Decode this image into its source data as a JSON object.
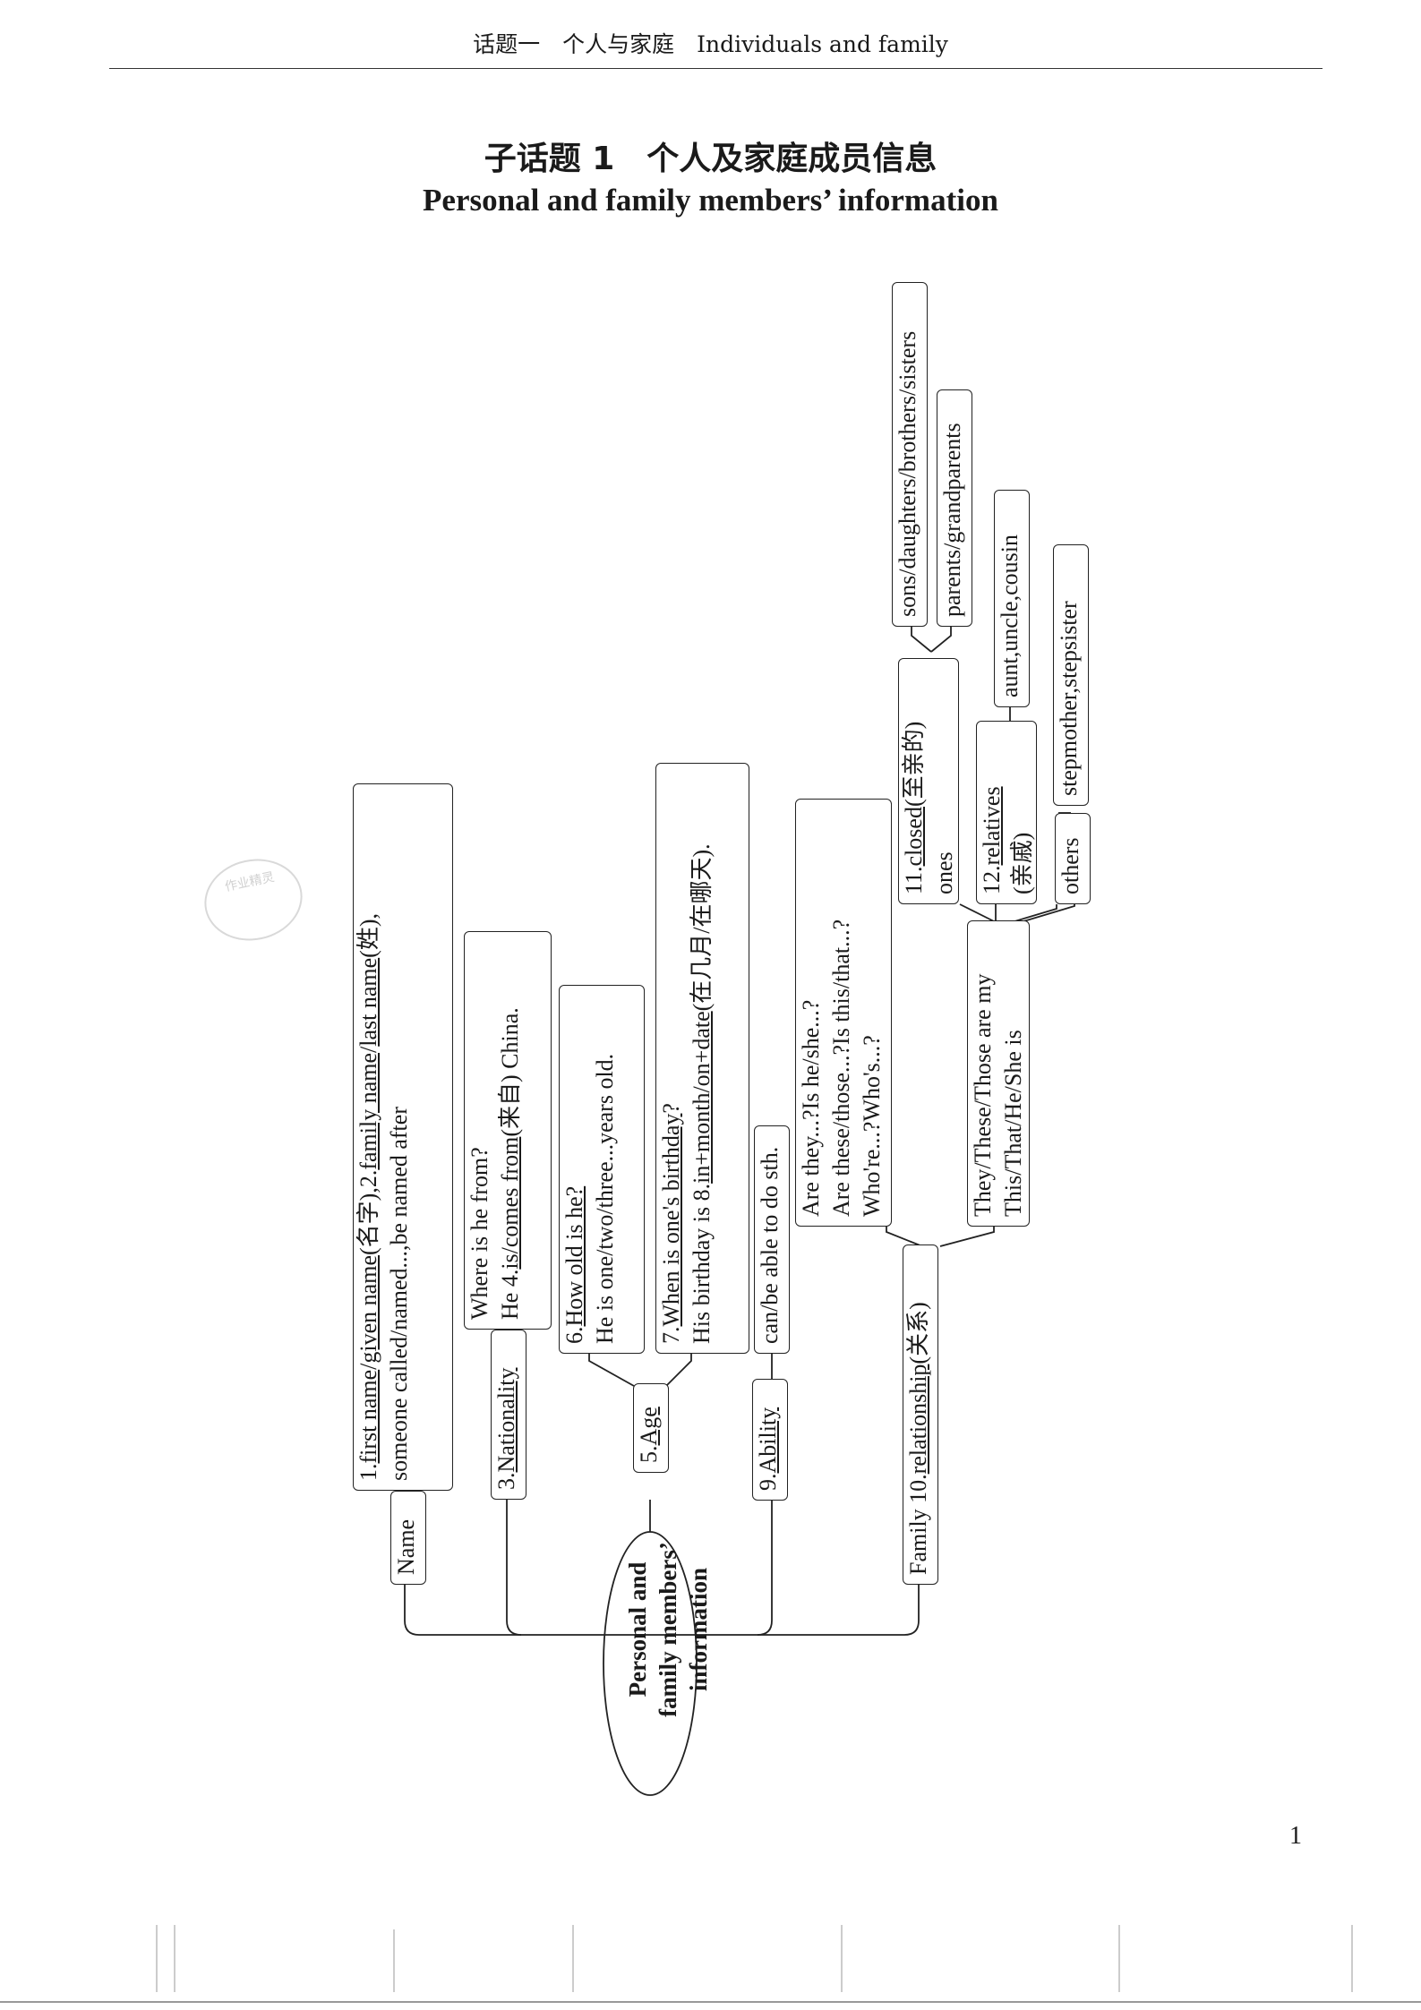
{
  "header": "话题一　个人与家庭　Individuals and family",
  "title_cn": "子话题 1　个人及家庭成员信息",
  "title_en": "Personal and family members’ information",
  "page_number": "1",
  "watermark": "作业精灵",
  "center": [
    "Personal and",
    "family members’",
    "information"
  ],
  "name": {
    "label": "Name",
    "detail": [
      [
        {
          "t": "1."
        },
        {
          "t": "first name",
          "u": true
        },
        {
          "t": "/"
        },
        {
          "t": "given name",
          "u": true
        },
        {
          "t": "(名字),2."
        },
        {
          "t": "family name",
          "u": true
        },
        {
          "t": "/"
        },
        {
          "t": "last name",
          "u": true
        },
        {
          "t": "(姓),"
        }
      ],
      [
        {
          "t": "someone called/named...,be named after"
        }
      ]
    ]
  },
  "nationality": {
    "label": [
      {
        "t": "3."
      },
      {
        "t": "Nationality",
        "u": true
      }
    ],
    "detail": [
      [
        {
          "t": "Where is he from?"
        }
      ],
      [
        {
          "t": "He 4."
        },
        {
          "t": "is/comes from",
          "u": true
        },
        {
          "t": "(来自) China."
        }
      ]
    ]
  },
  "age": {
    "label": [
      {
        "t": "5."
      },
      {
        "t": "Age",
        "u": true
      }
    ],
    "q6": [
      [
        {
          "t": "6."
        },
        {
          "t": "How old is he?",
          "u": true
        }
      ],
      [
        {
          "t": "He is one/two/three...years old."
        }
      ]
    ],
    "q7": [
      [
        {
          "t": "7."
        },
        {
          "t": "When is one's birthday",
          "u": true
        },
        {
          "t": "?"
        }
      ],
      [
        {
          "t": "His birthday is 8."
        },
        {
          "t": "in+month/on+date",
          "u": true
        },
        {
          "t": "(在几月/在哪天)."
        }
      ]
    ]
  },
  "ability": {
    "label": [
      {
        "t": "9."
      },
      {
        "t": "Ability",
        "u": true
      }
    ],
    "detail": [
      [
        {
          "t": "can/be able to do sth."
        }
      ]
    ]
  },
  "family": {
    "label": [
      {
        "t": "Family 10."
      },
      {
        "t": "relationship",
        "u": true
      },
      {
        "t": "(关系)"
      }
    ],
    "questions": [
      [
        {
          "t": "Are they...?Is he/she...?"
        }
      ],
      [
        {
          "t": "Are these/those...?Is this/that...?"
        }
      ],
      [
        {
          "t": "Who're...?Who's...?"
        }
      ]
    ],
    "answers": [
      [
        {
          "t": "They/These/Those are my"
        }
      ],
      [
        {
          "t": "This/That/He/She is"
        }
      ]
    ],
    "closed": [
      [
        {
          "t": "11."
        },
        {
          "t": "closed",
          "u": true
        },
        {
          "t": "(至亲的)"
        }
      ],
      [
        {
          "t": "ones"
        }
      ]
    ],
    "relatives": [
      [
        {
          "t": "12."
        },
        {
          "t": "relatives",
          "u": true
        }
      ],
      [
        {
          "t": "(亲戚)"
        }
      ]
    ],
    "others": [
      [
        {
          "t": "others"
        }
      ]
    ],
    "closed_items": [
      "sons/daughters/brothers/sisters",
      "parents/grandparents"
    ],
    "relatives_items": [
      "aunt,uncle,cousin"
    ],
    "others_items": [
      "stepmother,stepsister"
    ]
  }
}
